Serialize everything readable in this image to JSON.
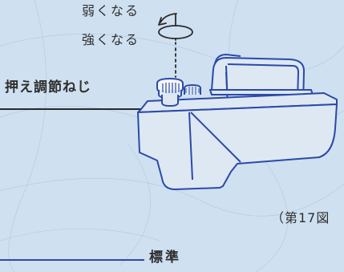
{
  "labels": {
    "weaker": "弱くなる",
    "stronger": "強くなる",
    "pressure_screw": "押え調節ねじ",
    "figure_ref": "（第17図",
    "section_title": "標準"
  },
  "colors": {
    "background": "#cfe0f0",
    "outline_blue": "#2b4aa8",
    "text": "#2f2f2f"
  }
}
